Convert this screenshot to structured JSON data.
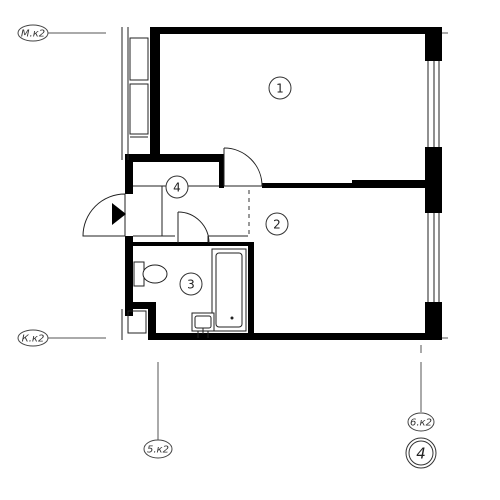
{
  "axes": {
    "m": "М.к2",
    "k": "К.к2",
    "five": "5.к2",
    "six": "6.к2"
  },
  "rooms": {
    "r1": "1",
    "r2": "2",
    "r3": "3",
    "r4": "4"
  },
  "sheet": {
    "number": "4"
  },
  "colors": {
    "wall": "#000000",
    "line": "#333333",
    "background": "#ffffff"
  }
}
